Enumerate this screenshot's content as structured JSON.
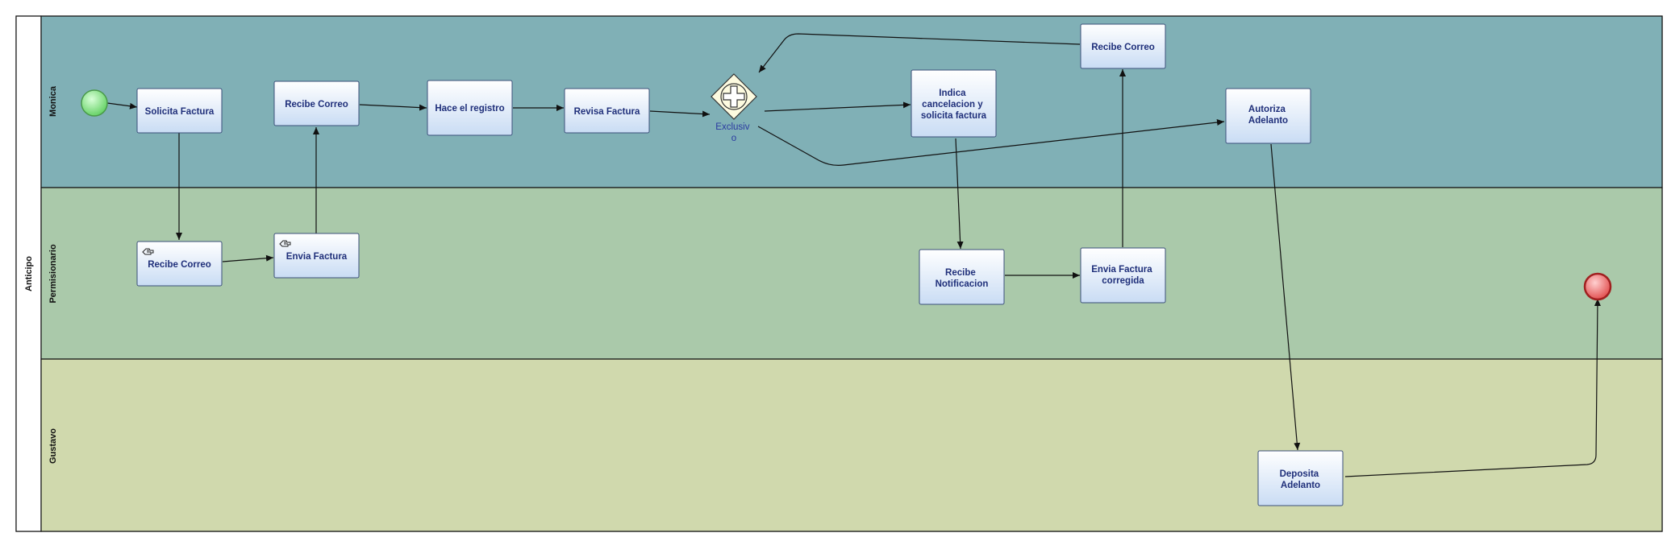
{
  "pool": {
    "label": "Anticipo"
  },
  "lanes": {
    "monica": {
      "label": "Monica",
      "color": "#80b0b6"
    },
    "permisionario": {
      "label": "Permisionario",
      "color": "#aac9aa"
    },
    "gustavo": {
      "label": "Gustavo",
      "color": "#d0d9ad"
    }
  },
  "tasks": {
    "solicita_factura": {
      "lines": [
        "Solicita Factura"
      ]
    },
    "recibe_correo_permisionario": {
      "lines": [
        "Recibe Correo"
      ]
    },
    "envia_factura": {
      "lines": [
        "Envia Factura"
      ]
    },
    "recibe_correo_monica": {
      "lines": [
        "Recibe Correo"
      ]
    },
    "hace_registro": {
      "lines": [
        "Hace el registro"
      ]
    },
    "revisa_factura": {
      "lines": [
        "Revisa Factura"
      ]
    },
    "indica_cancelacion": {
      "lines": [
        "Indica",
        "cancelacion y",
        "solicita factura"
      ]
    },
    "recibe_correo_top": {
      "lines": [
        "Recibe Correo"
      ]
    },
    "autoriza_adelanto": {
      "lines": [
        "Autoriza",
        "Adelanto"
      ]
    },
    "recibe_notificacion": {
      "lines": [
        "Recibe",
        "Notificacion"
      ]
    },
    "envia_factura_corregida": {
      "lines": [
        "Envia Factura",
        "corregida"
      ]
    },
    "deposita_adelanto": {
      "lines": [
        "Deposita",
        "Adelanto"
      ]
    }
  },
  "gateway": {
    "lines": [
      "Exclusiv",
      "o"
    ]
  },
  "colors": {
    "start_event": "#8fe08f",
    "end_event": "#e86a6a",
    "task_fill_top": "#ffffff",
    "task_fill_bottom": "#cfe0f5",
    "task_border": "#3b4f7a",
    "gateway_fill": "#fdfbe0"
  }
}
